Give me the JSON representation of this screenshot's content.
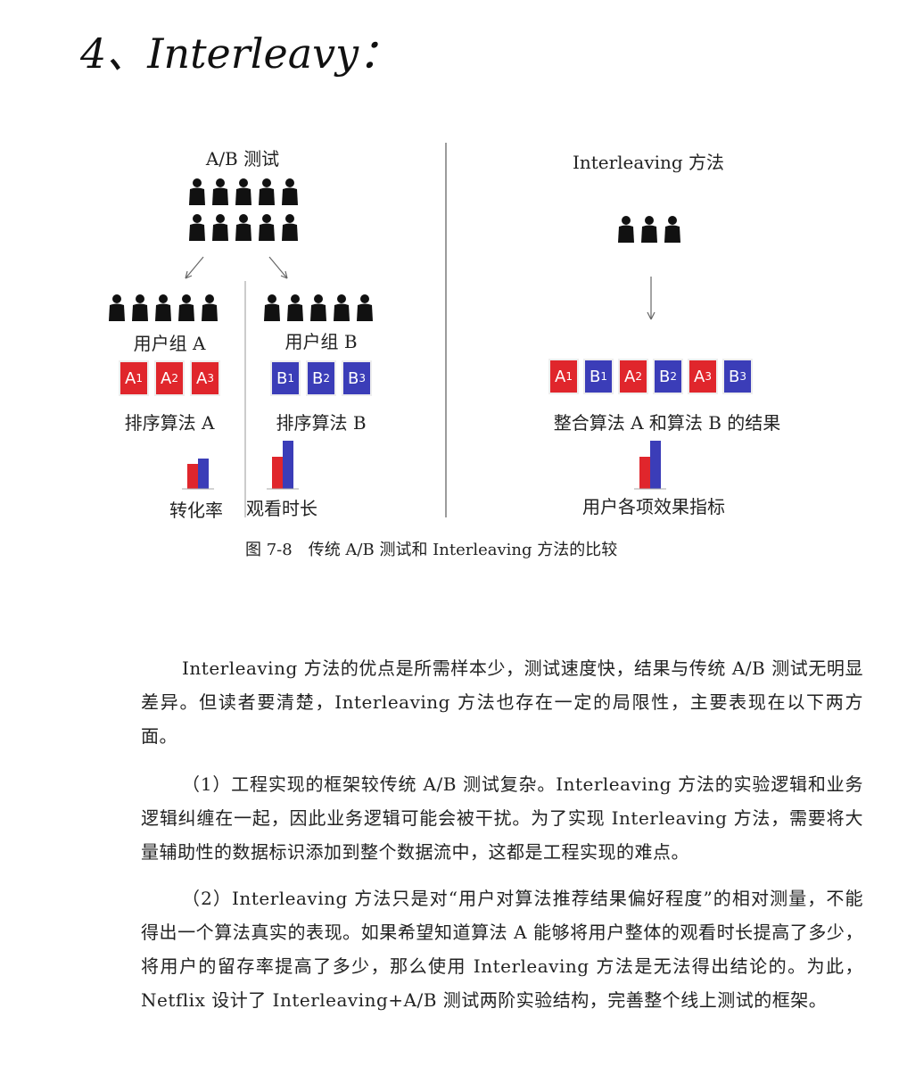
{
  "handwritten_title": "4、Interleavy：",
  "figure": {
    "ab_title": "A/B 测试",
    "interleaving_title": "Interleaving 方法",
    "group_a_label": "用户组 A",
    "group_b_label": "用户组 B",
    "sort_a_label": "排序算法 A",
    "sort_b_label": "排序算法 B",
    "chips_a": [
      {
        "letter": "A",
        "sub": "1"
      },
      {
        "letter": "A",
        "sub": "2"
      },
      {
        "letter": "A",
        "sub": "3"
      }
    ],
    "chips_b": [
      {
        "letter": "B",
        "sub": "1"
      },
      {
        "letter": "B",
        "sub": "2"
      },
      {
        "letter": "B",
        "sub": "3"
      }
    ],
    "chips_mixed": [
      {
        "letter": "A",
        "sub": "1"
      },
      {
        "letter": "B",
        "sub": "1"
      },
      {
        "letter": "A",
        "sub": "2"
      },
      {
        "letter": "B",
        "sub": "2"
      },
      {
        "letter": "A",
        "sub": "3"
      },
      {
        "letter": "B",
        "sub": "3"
      }
    ],
    "merged_label": "整合算法 A 和算法 B 的结果",
    "metric_conversion": "转化率",
    "metric_watch_time": "观看时长",
    "metric_user": "用户各项效果指标",
    "caption": "图 7-8　传统 A/B 测试和 Interleaving 方法的比较",
    "colors": {
      "red": "#e0262c",
      "blue": "#3b3db8"
    }
  },
  "paragraphs": [
    "Interleaving 方法的优点是所需样本少，测试速度快，结果与传统 A/B 测试无明显差异。但读者要清楚，Interleaving 方法也存在一定的局限性，主要表现在以下两方面。",
    "（1）工程实现的框架较传统 A/B 测试复杂。Interleaving 方法的实验逻辑和业务逻辑纠缠在一起，因此业务逻辑可能会被干扰。为了实现 Interleaving 方法，需要将大量辅助性的数据标识添加到整个数据流中，这都是工程实现的难点。",
    "（2）Interleaving 方法只是对“用户对算法推荐结果偏好程度”的相对测量，不能得出一个算法真实的表现。如果希望知道算法 A 能够将用户整体的观看时长提高了多少，将用户的留存率提高了多少，那么使用 Interleaving 方法是无法得出结论的。为此，Netflix 设计了 Interleaving+A/B 测试两阶实验结构，完善整个线上测试的框架。"
  ]
}
